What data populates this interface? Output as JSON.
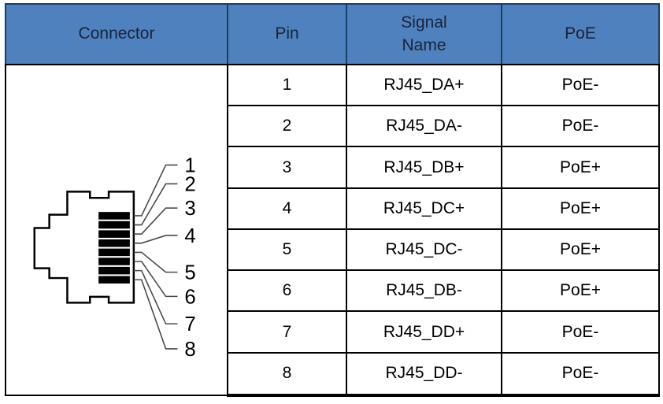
{
  "table": {
    "columns": [
      {
        "label": "Connector"
      },
      {
        "label": "Pin"
      },
      {
        "label": "Signal Name"
      },
      {
        "label": "PoE"
      }
    ],
    "rows": [
      {
        "pin": "1",
        "signal": "RJ45_DA+",
        "poe": "PoE-"
      },
      {
        "pin": "2",
        "signal": "RJ45_DA-",
        "poe": "PoE-"
      },
      {
        "pin": "3",
        "signal": "RJ45_DB+",
        "poe": "PoE+"
      },
      {
        "pin": "4",
        "signal": "RJ45_DC+",
        "poe": "PoE+"
      },
      {
        "pin": "5",
        "signal": "RJ45_DC-",
        "poe": "PoE+"
      },
      {
        "pin": "6",
        "signal": "RJ45_DB-",
        "poe": "PoE+"
      },
      {
        "pin": "7",
        "signal": "RJ45_DD+",
        "poe": "PoE-"
      },
      {
        "pin": "8",
        "signal": "RJ45_DD-",
        "poe": "PoE-"
      }
    ]
  },
  "connector_diagram": {
    "kind": "rj45-jack-front-view",
    "pin_labels": [
      "1",
      "2",
      "3",
      "4",
      "5",
      "6",
      "7",
      "8"
    ]
  },
  "colors": {
    "header_bg": "#4e81bd",
    "header_border": "#1d3c63",
    "header_text": "#19233a",
    "grid_border": "#000000",
    "body_text": "#000000",
    "leader_line": "#4a4a4a"
  }
}
